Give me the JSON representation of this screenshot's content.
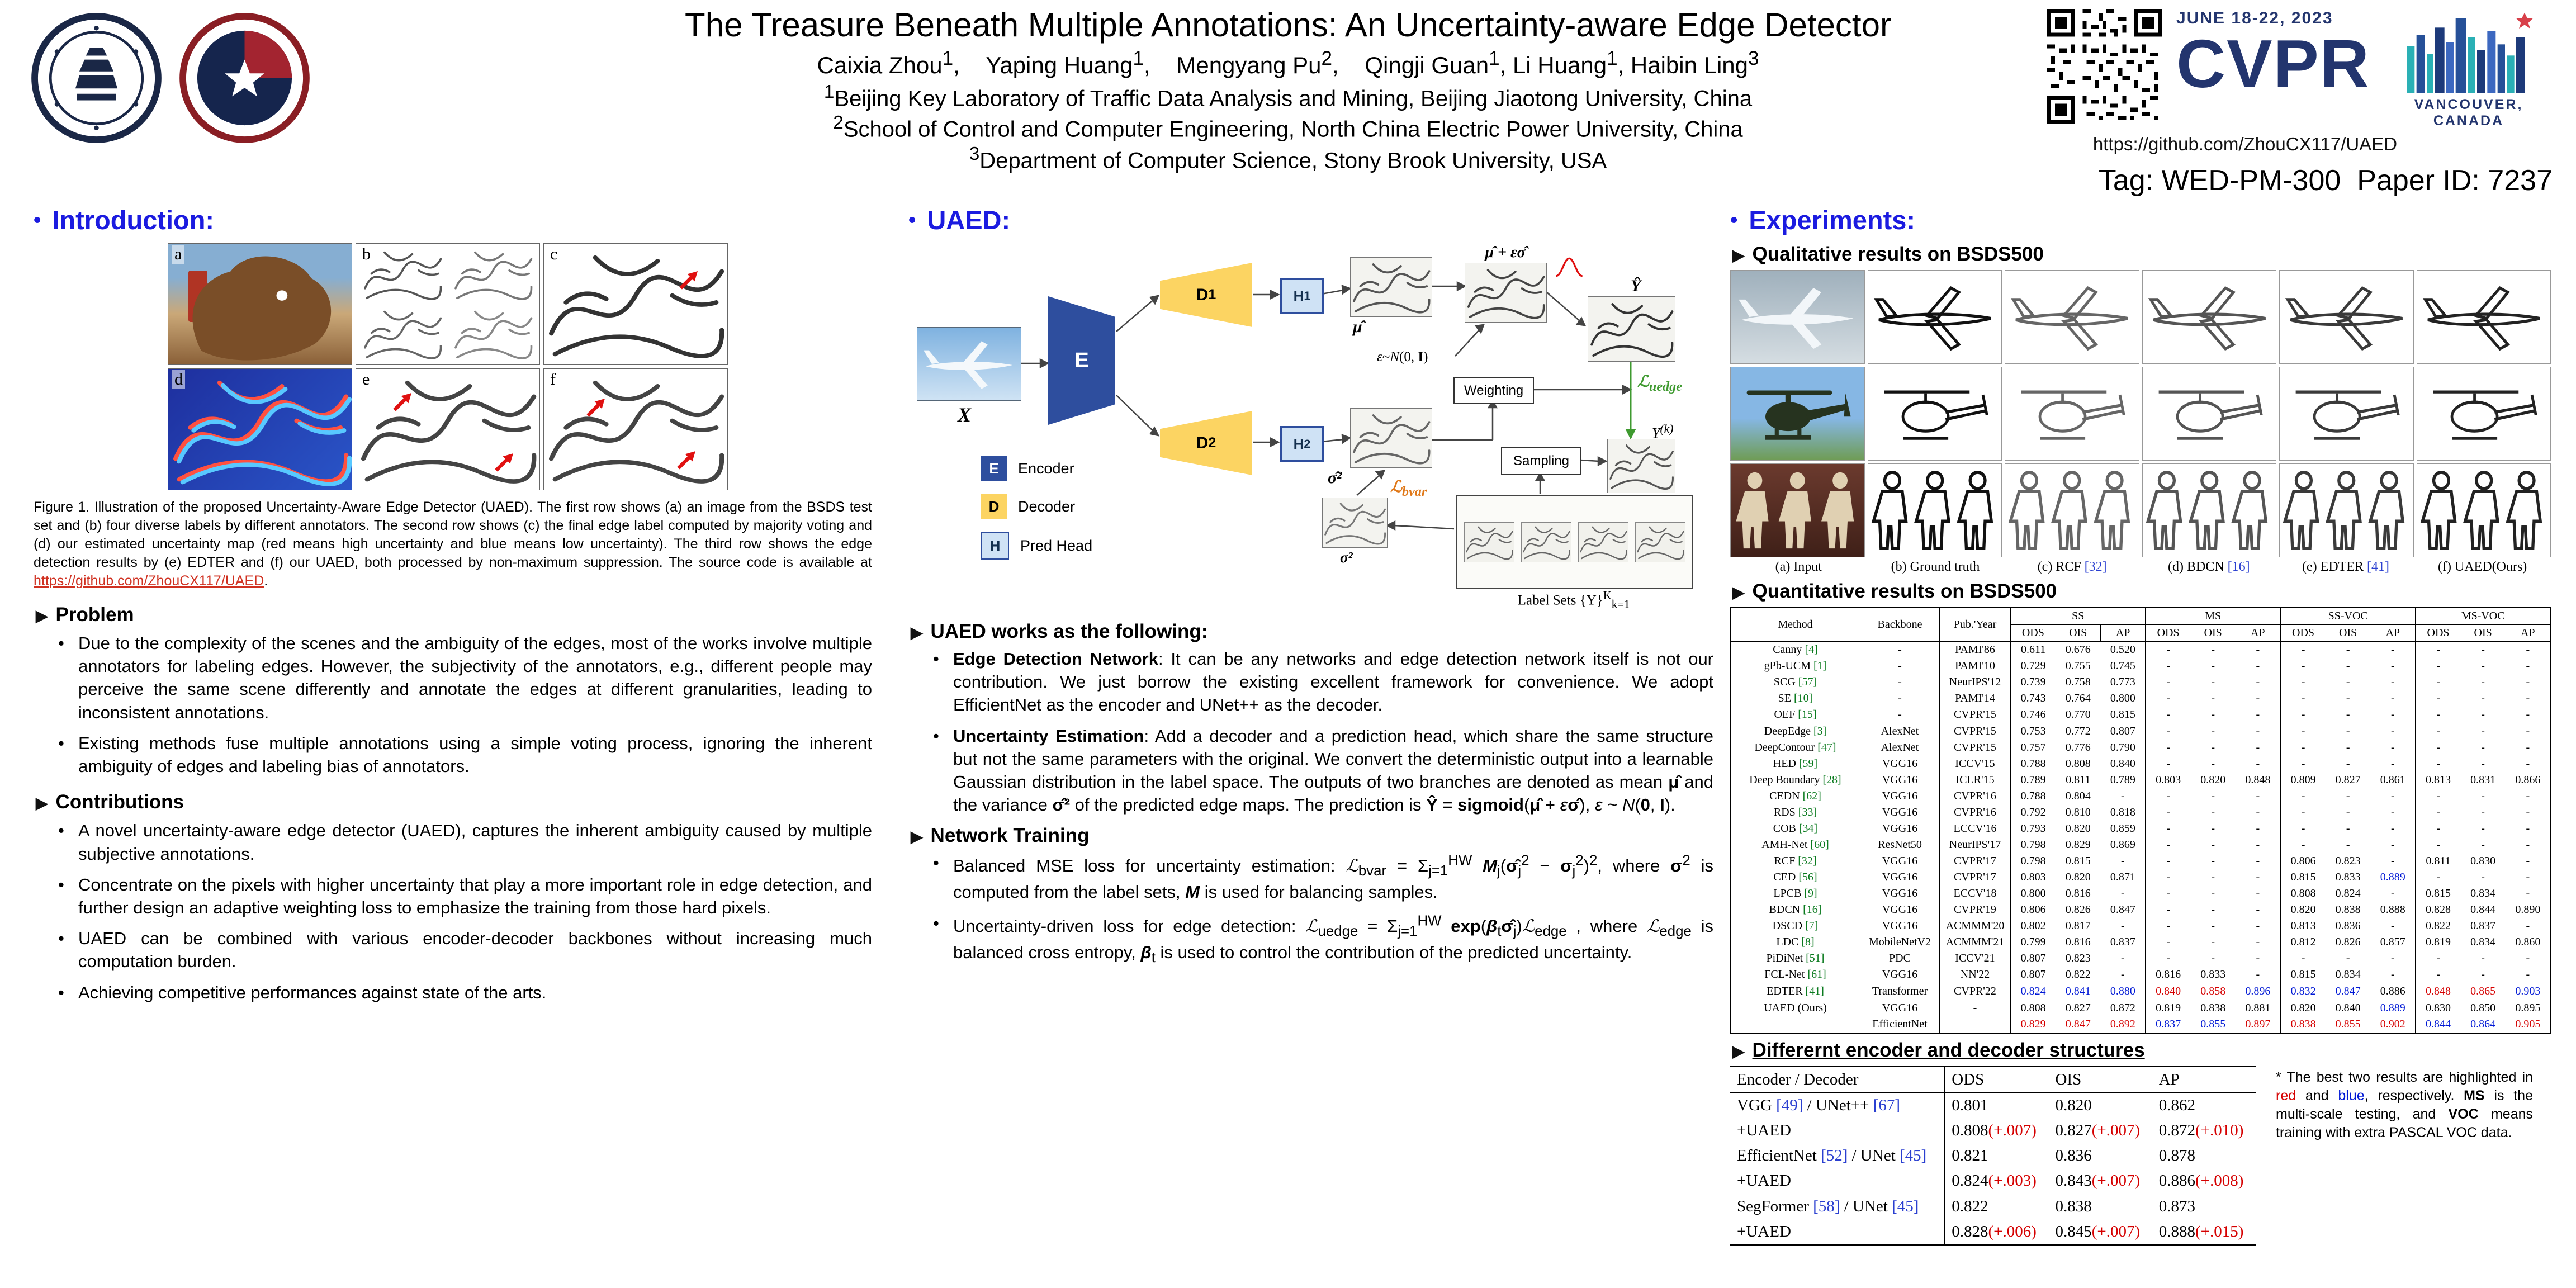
{
  "markers": {
    "section": "•",
    "sub": "▶",
    "item": "•"
  },
  "header": {
    "title": "The Treasure Beneath Multiple Annotations: An Uncertainty-aware Edge Detector",
    "authors_html": "Caixia Zhou<sup>1</sup>,&nbsp;&nbsp;&nbsp;&nbsp;Yaping Huang<sup>1</sup>,&nbsp;&nbsp;&nbsp;&nbsp;Mengyang Pu<sup>2</sup>,&nbsp;&nbsp;&nbsp;&nbsp;Qingji Guan<sup>1</sup>, Li Huang<sup>1</sup>, Haibin Ling<sup>3</sup>",
    "affiliations_html": [
      "<sup>1</sup>Beijing Key Laboratory of Traffic Data Analysis and Mining, Beijing Jiaotong University, China",
      "<sup>2</sup>School of Control and Computer Engineering, North China Electric Power University, China",
      "<sup>3</sup>Department of Computer Science, Stony Brook University, USA"
    ],
    "conference": {
      "date": "JUNE 18-22, 2023",
      "name": "CVPR",
      "city": "VANCOUVER, CANADA"
    },
    "repo_url": "https://github.com/ZhouCX117/UAED",
    "tag": "Tag: WED-PM-300  Paper ID: 7237"
  },
  "intro": {
    "heading": "Introduction:",
    "panel_labels": [
      "a",
      "b",
      "c",
      "d",
      "e",
      "f"
    ],
    "caption": "Figure 1. Illustration of the proposed Uncertainty-Aware Edge Detector (UAED). The first row shows (a) an image from the BSDS test set and (b) four diverse labels by different annotators. The second row shows (c) the final edge label computed by majority voting and (d) our estimated uncertainty map (red means high uncertainty and blue means low uncertainty). The third row shows the edge detection results by (e) EDTER and (f) our UAED, both processed by non-maximum suppression. The source code is available at ",
    "caption_link": "https://github.com/ZhouCX117/UAED",
    "caption_period": ".",
    "problem_heading": "Problem",
    "problem_bullets": [
      "Due to the complexity of the scenes and the ambiguity of the edges, most of the works involve multiple annotators for labeling edges. However, the subjectivity of the annotators, e.g., different people may perceive the same scene differently and annotate the edges at different granularities, leading to inconsistent annotations.",
      "Existing methods fuse multiple annotations using a simple voting process, ignoring the inherent ambiguity of edges and labeling bias of annotators."
    ],
    "contributions_heading": "Contributions",
    "contribution_bullets": [
      "A novel uncertainty-aware edge detector (UAED), captures the inherent ambiguity caused by multiple subjective annotations.",
      "Concentrate on the pixels with higher uncertainty that play a more important role in edge detection, and further design an adaptive weighting loss to emphasize the training from those hard pixels.",
      "UAED can be combined with various encoder-decoder backbones without increasing much computation burden.",
      "Achieving competitive performances against state of the arts."
    ]
  },
  "uaed": {
    "heading": "UAED:",
    "diagram": {
      "x": "X",
      "e": "E",
      "d1_html": "D<sub>1</sub>",
      "d2_html": "D<sub>2</sub>",
      "h1_html": "H<sub>1</sub>",
      "h2_html": "H<sub>2</sub>",
      "mu": "μ̂",
      "sigma": "σ̂²",
      "mu_eps": "μ̂ + εσ̂",
      "eps_html": "<i>ε</i>~<i>N</i>(0, <b>I</b>)",
      "y": "Ŷ",
      "yk_html": "Y<sup>(k)</sup>",
      "sigma2": "σ²",
      "weighting": "Weighting",
      "sampling": "Sampling",
      "lbvar_html": "ℒ<sub>bvar</sub>",
      "luedge_html": "ℒ<sub>uedge</sub>",
      "label_sets_html": "Label Sets {Y}<sup>K</sup><sub>k=1</sub>",
      "legend": [
        {
          "key": "E",
          "name": "Encoder"
        },
        {
          "key": "D",
          "name": "Decoder"
        },
        {
          "key": "H",
          "name": "Pred Head"
        }
      ]
    },
    "works_heading": "UAED works as the following:",
    "works_bullets": [
      {
        "b": "Edge Detection Network",
        "t": ": It can be any networks and edge detection network itself is not our contribution. We just borrow the existing excellent framework for convenience. We adopt EfficientNet as the encoder and UNet++ as the decoder."
      },
      {
        "b": "Uncertainty Estimation",
        "t": ": Add a decoder and a prediction head, which share the same structure but not the same parameters with the original. We convert the deterministic output into a learnable Gaussian distribution in the label space. The outputs of two branches are denoted as mean <b>μ̂</b> and the variance <b>σ̂²</b> of the predicted edge maps. The prediction is <b>Ŷ</b> = <b>sigmoid</b>(<b>μ̂</b> + <i>ε</i><b>σ̂</b>), <i>ε</i> ~ <i>N</i>(<b>0</b>, <b>I</b>)."
      }
    ],
    "training_heading": "Network Training",
    "training_bullets": [
      "Balanced MSE loss for uncertainty estimation: <i>ℒ</i><sub>bvar</sub> = Σ<sub>j=1</sub><sup>HW</sup> <b><i>M</i></b><sub>j</sub>(<b>σ̂</b><sub>j</sub><sup>2</sup> − <b>σ</b><sub>j</sub><sup>2</sup>)<sup>2</sup>, where <b>σ</b><sup>2</sup> is computed from the label sets, <b><i>M</i></b> is used for balancing samples.",
      "Uncertainty-driven loss for edge detection: <i>ℒ</i><sub>uedge</sub> = Σ<sub>j=1</sub><sup>HW</sup> <b>exp</b>(<b><i>β</i></b><sub>t</sub><b>σ̂</b><sub>j</sub>)<i>ℒ</i><sub>edge</sub> , where <i>ℒ</i><sub>edge</sub> is balanced cross entropy, <b><i>β</i></b><sub>t</sub> is used to control the contribution of the predicted uncertainty."
    ]
  },
  "experiments": {
    "heading": "Experiments:",
    "qualitative_heading": "Qualitative results on BSDS500",
    "qualitative_captions": [
      "(a) Input",
      "(b) Ground truth",
      "(c) RCF [32]",
      "(d) BDCN [16]",
      "(e) EDTER [41]",
      "(f) UAED(Ours)"
    ],
    "quantitative_heading": "Quantitative results on BSDS500",
    "table": {
      "head_cols": [
        "Method",
        "Backbone",
        "Pub.'Year"
      ],
      "groups": [
        "SS",
        "MS",
        "SS-VOC",
        "MS-VOC"
      ],
      "metrics": [
        "ODS",
        "OIS",
        "AP"
      ],
      "rows": [
        [
          "Canny [4]",
          "-",
          "PAMI'86",
          "0.611",
          "0.676",
          "0.520",
          "-",
          "-",
          "-",
          "-",
          "-",
          "-",
          "-",
          "-",
          "-"
        ],
        [
          "gPb-UCM [1]",
          "-",
          "PAMI'10",
          "0.729",
          "0.755",
          "0.745",
          "-",
          "-",
          "-",
          "-",
          "-",
          "-",
          "-",
          "-",
          "-"
        ],
        [
          "SCG [57]",
          "-",
          "NeurIPS'12",
          "0.739",
          "0.758",
          "0.773",
          "-",
          "-",
          "-",
          "-",
          "-",
          "-",
          "-",
          "-",
          "-"
        ],
        [
          "SE [10]",
          "-",
          "PAMI'14",
          "0.743",
          "0.764",
          "0.800",
          "-",
          "-",
          "-",
          "-",
          "-",
          "-",
          "-",
          "-",
          "-"
        ],
        [
          "OEF [15]",
          "-",
          "CVPR'15",
          "0.746",
          "0.770",
          "0.815",
          "-",
          "-",
          "-",
          "-",
          "-",
          "-",
          "-",
          "-",
          "-"
        ],
        [
          "DeepEdge [3]",
          "AlexNet",
          "CVPR'15",
          "0.753",
          "0.772",
          "0.807",
          "-",
          "-",
          "-",
          "-",
          "-",
          "-",
          "-",
          "-",
          "-"
        ],
        [
          "DeepContour [47]",
          "AlexNet",
          "CVPR'15",
          "0.757",
          "0.776",
          "0.790",
          "-",
          "-",
          "-",
          "-",
          "-",
          "-",
          "-",
          "-",
          "-"
        ],
        [
          "HED [59]",
          "VGG16",
          "ICCV'15",
          "0.788",
          "0.808",
          "0.840",
          "-",
          "-",
          "-",
          "-",
          "-",
          "-",
          "-",
          "-",
          "-"
        ],
        [
          "Deep Boundary [28]",
          "VGG16",
          "ICLR'15",
          "0.789",
          "0.811",
          "0.789",
          "0.803",
          "0.820",
          "0.848",
          "0.809",
          "0.827",
          "0.861",
          "0.813",
          "0.831",
          "0.866"
        ],
        [
          "CEDN [62]",
          "VGG16",
          "CVPR'16",
          "0.788",
          "0.804",
          "-",
          "-",
          "-",
          "-",
          "-",
          "-",
          "-",
          "-",
          "-",
          "-"
        ],
        [
          "RDS [33]",
          "VGG16",
          "CVPR'16",
          "0.792",
          "0.810",
          "0.818",
          "-",
          "-",
          "-",
          "-",
          "-",
          "-",
          "-",
          "-",
          "-"
        ],
        [
          "COB [34]",
          "VGG16",
          "ECCV'16",
          "0.793",
          "0.820",
          "0.859",
          "-",
          "-",
          "-",
          "-",
          "-",
          "-",
          "-",
          "-",
          "-"
        ],
        [
          "AMH-Net [60]",
          "ResNet50",
          "NeurIPS'17",
          "0.798",
          "0.829",
          "0.869",
          "-",
          "-",
          "-",
          "-",
          "-",
          "-",
          "-",
          "-",
          "-"
        ],
        [
          "RCF [32]",
          "VGG16",
          "CVPR'17",
          "0.798",
          "0.815",
          "-",
          "-",
          "-",
          "-",
          "0.806",
          "0.823",
          "-",
          "0.811",
          "0.830",
          "-"
        ],
        [
          "CED [56]",
          "VGG16",
          "CVPR'17",
          "0.803",
          "0.820",
          "0.871",
          "-",
          "-",
          "-",
          "0.815",
          "0.833",
          "b:0.889",
          "-",
          "-",
          "-"
        ],
        [
          "LPCB [9]",
          "VGG16",
          "ECCV'18",
          "0.800",
          "0.816",
          "-",
          "-",
          "-",
          "-",
          "0.808",
          "0.824",
          "-",
          "0.815",
          "0.834",
          "-"
        ],
        [
          "BDCN [16]",
          "VGG16",
          "CVPR'19",
          "0.806",
          "0.826",
          "0.847",
          "-",
          "-",
          "-",
          "0.820",
          "0.838",
          "0.888",
          "0.828",
          "0.844",
          "0.890"
        ],
        [
          "DSCD [7]",
          "VGG16",
          "ACMMM'20",
          "0.802",
          "0.817",
          "-",
          "-",
          "-",
          "-",
          "0.813",
          "0.836",
          "-",
          "0.822",
          "0.837",
          "-"
        ],
        [
          "LDC [8]",
          "MobileNetV2",
          "ACMMM'21",
          "0.799",
          "0.816",
          "0.837",
          "-",
          "-",
          "-",
          "0.812",
          "0.826",
          "0.857",
          "0.819",
          "0.834",
          "0.860"
        ],
        [
          "PiDiNet [51]",
          "PDC",
          "ICCV'21",
          "0.807",
          "0.823",
          "-",
          "-",
          "-",
          "-",
          "-",
          "-",
          "-",
          "-",
          "-",
          "-"
        ],
        [
          "FCL-Net [61]",
          "VGG16",
          "NN'22",
          "0.807",
          "0.822",
          "-",
          "0.816",
          "0.833",
          "-",
          "0.815",
          "0.834",
          "-",
          "-",
          "-",
          "-"
        ],
        [
          "EDTER [41]",
          "Transformer",
          "CVPR'22",
          "b:0.824",
          "b:0.841",
          "b:0.880",
          "r:0.840",
          "r:0.858",
          "b:0.896",
          "b:0.832",
          "b:0.847",
          "0.886",
          "r:0.848",
          "r:0.865",
          "b:0.903"
        ],
        [
          "UAED (Ours)",
          "VGG16",
          "-",
          "0.808",
          "0.827",
          "0.872",
          "0.819",
          "0.838",
          "0.881",
          "0.820",
          "0.840",
          "b:0.889",
          "0.830",
          "0.850",
          "0.895"
        ],
        [
          "",
          "EfficientNet",
          "",
          "r:0.829",
          "r:0.847",
          "r:0.892",
          "b:0.837",
          "b:0.855",
          "r:0.897",
          "r:0.838",
          "r:0.855",
          "r:0.902",
          "b:0.844",
          "b:0.864",
          "r:0.905"
        ]
      ],
      "separators_after": [
        4,
        20,
        21
      ]
    },
    "encdec_heading": "Differernt encoder and decoder structures",
    "encdec_table": {
      "headers": [
        "Encoder / Decoder",
        "ODS",
        "OIS",
        "AP"
      ],
      "rows": [
        [
          "VGG [49] / UNet++ [67]",
          "0.801",
          "0.820",
          "0.862"
        ],
        [
          "+UAED",
          "0.808(+.007)",
          "0.827(+.007)",
          "0.872(+.010)"
        ],
        [
          "EfficientNet [52] / UNet [45]",
          "0.821",
          "0.836",
          "0.878"
        ],
        [
          "+UAED",
          "0.824(+.003)",
          "0.843(+.007)",
          "0.886(+.008)"
        ],
        [
          "SegFormer [58] / UNet [45]",
          "0.822",
          "0.838",
          "0.873"
        ],
        [
          "+UAED",
          "0.828(+.006)",
          "0.845(+.007)",
          "0.888(+.015)"
        ]
      ],
      "separators_after": [
        1,
        3
      ]
    },
    "note_spans": [
      {
        "t": "* The best two results are highlighted in "
      },
      {
        "t": "red",
        "c": "red"
      },
      {
        "t": " and "
      },
      {
        "t": "blue",
        "c": "blue"
      },
      {
        "t": ", respectively. "
      },
      {
        "t": "MS",
        "b": 1
      },
      {
        "t": " is the multi-scale testing, and "
      },
      {
        "t": "VOC",
        "b": 1
      },
      {
        "t": " means training with extra PASCAL VOC data."
      }
    ]
  }
}
